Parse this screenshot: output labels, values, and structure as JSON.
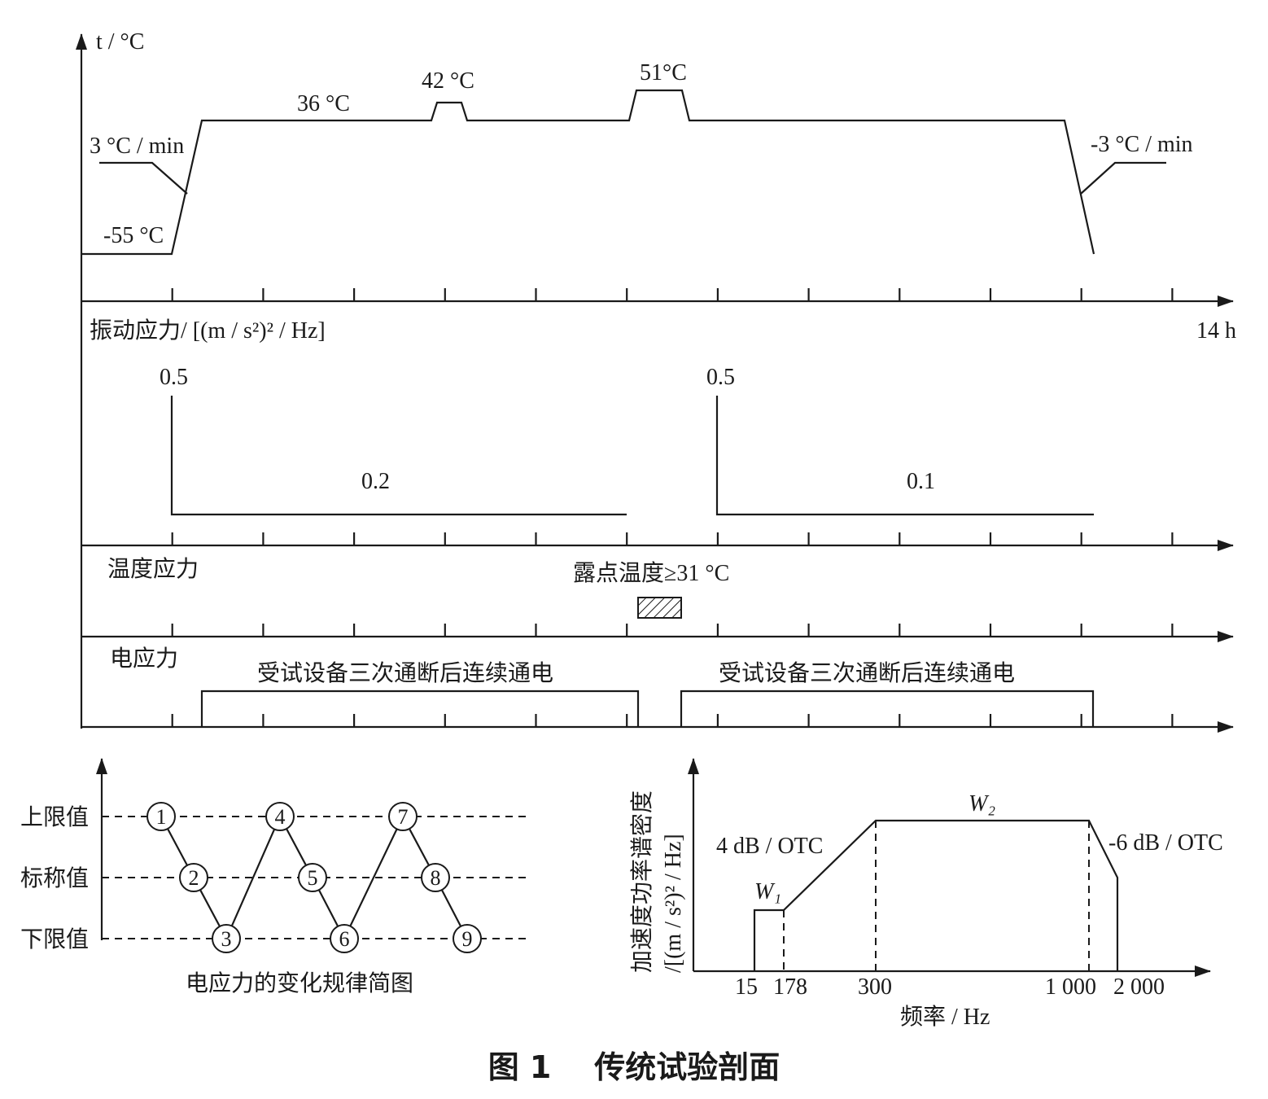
{
  "timeline": {
    "y_axis_label": "t / °C",
    "x_end_label": "14 h",
    "temperature": {
      "rate_up": "3 °C / min",
      "low": "-55 °C",
      "plateau": "36 °C",
      "peak_1": "42 °C",
      "peak_2": "51°C",
      "rate_down": "-3 °C / min"
    },
    "vibration": {
      "label": "振动应力/ [(m / s²)² / Hz]",
      "peak_1": "0.5",
      "level_1": "0.2",
      "peak_2": "0.5",
      "level_2": "0.1"
    },
    "temperature_stress": {
      "label": "温度应力",
      "dew_point": "露点温度≥31 °C"
    },
    "electrical": {
      "label": "电应力",
      "segment_1": "受试设备三次通断后连续通电",
      "segment_2": "受试设备三次通断后连续通电"
    }
  },
  "electric_pattern": {
    "levels": [
      "上限值",
      "标称值",
      "下限值"
    ],
    "points": [
      "1",
      "2",
      "3",
      "4",
      "5",
      "6",
      "7",
      "8",
      "9"
    ],
    "caption": "电应力的变化规律简图"
  },
  "psd": {
    "ylabel_line1": "加速度功率谱密度",
    "ylabel_line2": "/[(m / s²)² / Hz]",
    "xlabel": "频率 / Hz",
    "ticks": [
      "15",
      "178",
      "300",
      "1 000",
      "2 000"
    ],
    "w1": "W₁",
    "w2": "W₂",
    "slope_up": "4 dB / OTC",
    "slope_down": "-6 dB / OTC"
  },
  "figure_caption": "图 1    传统试验剖面"
}
